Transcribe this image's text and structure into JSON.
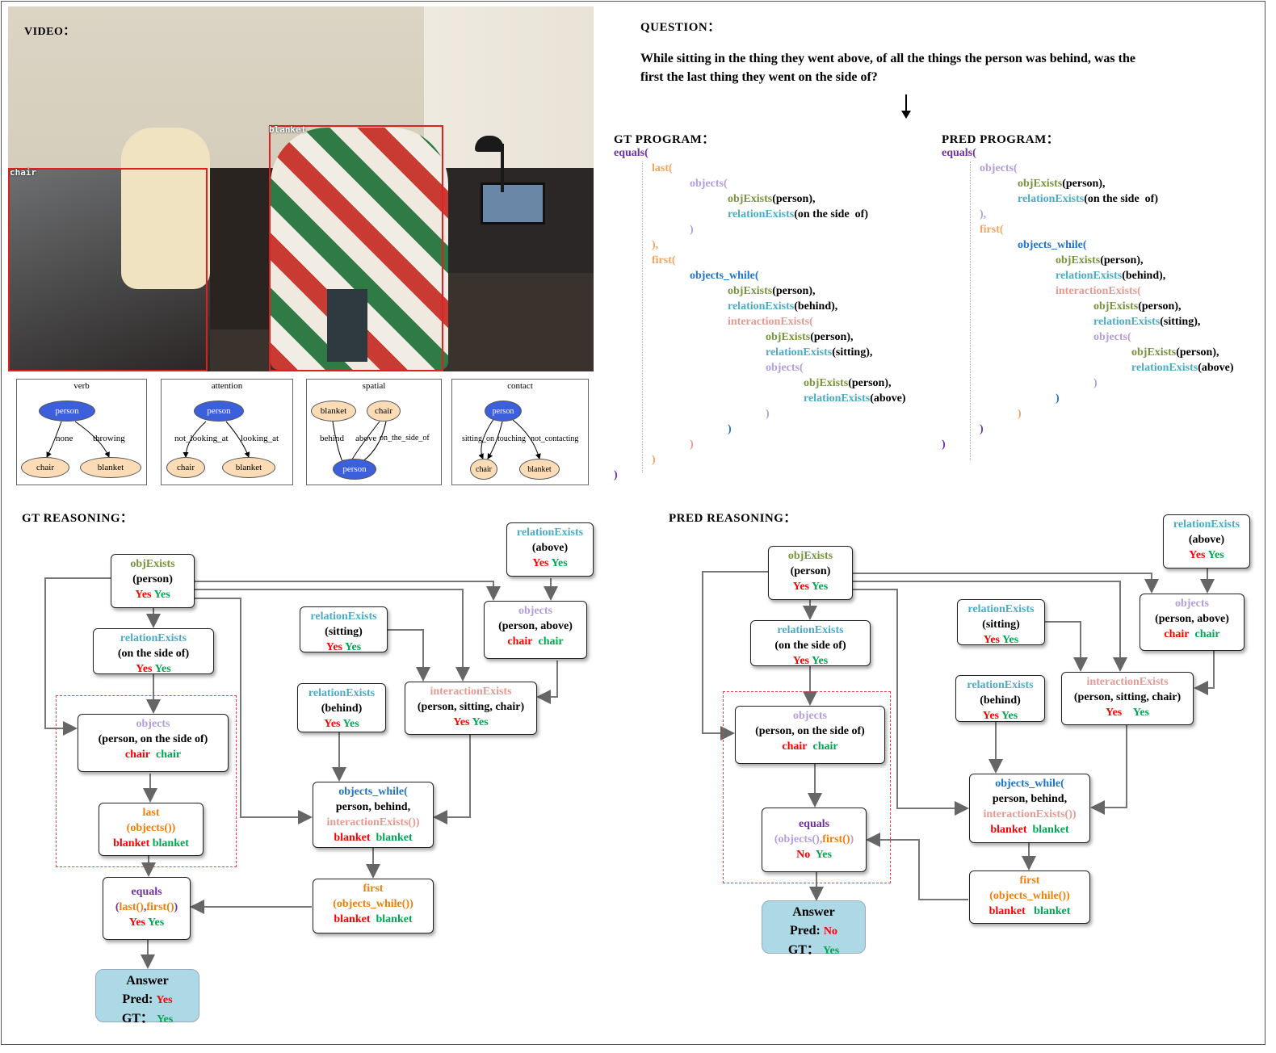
{
  "labels": {
    "video": "VIDEO：",
    "question": "QUESTION：",
    "gt_program": "GT PROGRAM：",
    "pred_program": "PRED PROGRAM：",
    "gt_reasoning": "GT  REASONING：",
    "pred_reasoning": "PRED  REASONING："
  },
  "question_text_1": "While sitting in the thing they went above, of all the things the person was behind, was the",
  "question_text_2": "first the last thing they went on the side  of?",
  "video": {
    "boxes": [
      "chair",
      "blanket"
    ]
  },
  "graphs": {
    "verb": {
      "title": "verb",
      "nodes": [
        "person",
        "chair",
        "blanket"
      ],
      "edges": [
        "none",
        "throwing"
      ]
    },
    "attention": {
      "title": "attention",
      "nodes": [
        "person",
        "chair",
        "blanket"
      ],
      "edges": [
        "not_looking_at",
        "looking_at"
      ]
    },
    "spatial": {
      "title": "spatial",
      "nodes": [
        "blanket",
        "chair",
        "person"
      ],
      "edges": [
        "behind",
        "above",
        "on_the_side_of"
      ]
    },
    "contact": {
      "title": "contact",
      "nodes": [
        "person",
        "chair",
        "blanket"
      ],
      "edges": [
        "sitting_on",
        "touching",
        "not_contacting"
      ]
    }
  },
  "gt_program": [
    {
      "t": "equals(",
      "c": "c-purple",
      "i": 0
    },
    {
      "t": "last(",
      "c": "c-orange",
      "i": 1
    },
    {
      "t": "objects(",
      "c": "c-lav",
      "i": 2
    },
    {
      "parts": [
        [
          "objExists",
          "c-olive"
        ],
        [
          "(person),",
          ""
        ]
      ],
      "i": 3
    },
    {
      "parts": [
        [
          "relationExists",
          "c-teal"
        ],
        [
          "(on the side  of)",
          ""
        ]
      ],
      "i": 3
    },
    {
      "t": ")",
      "c": "c-lav",
      "i": 2
    },
    {
      "t": "),",
      "c": "c-orange",
      "i": 1
    },
    {
      "t": "first(",
      "c": "c-orange",
      "i": 1
    },
    {
      "t": "objects_while(",
      "c": "c-blue",
      "i": 2
    },
    {
      "parts": [
        [
          "objExists",
          "c-olive"
        ],
        [
          "(person),",
          ""
        ]
      ],
      "i": 3
    },
    {
      "parts": [
        [
          "relationExists",
          "c-teal"
        ],
        [
          "(behind),",
          ""
        ]
      ],
      "i": 3
    },
    {
      "t": "interactionExists(",
      "c": "c-pink",
      "i": 3
    },
    {
      "parts": [
        [
          "objExists",
          "c-olive"
        ],
        [
          "(person),",
          ""
        ]
      ],
      "i": 4
    },
    {
      "parts": [
        [
          "relationExists",
          "c-teal"
        ],
        [
          "(sitting),",
          ""
        ]
      ],
      "i": 4
    },
    {
      "t": "objects(",
      "c": "c-lav",
      "i": 4
    },
    {
      "parts": [
        [
          "objExists",
          "c-olive"
        ],
        [
          "(person),",
          ""
        ]
      ],
      "i": 5
    },
    {
      "parts": [
        [
          "relationExists",
          "c-teal"
        ],
        [
          "(above)",
          ""
        ]
      ],
      "i": 5
    },
    {
      "t": ")",
      "c": "c-lav",
      "i": 4
    },
    {
      "t": ")",
      "c": "c-blue",
      "i": 3
    },
    {
      "t": ")",
      "c": "c-pink",
      "i": 2
    },
    {
      "t": ")",
      "c": "c-orange",
      "i": 1
    },
    {
      "t": ")",
      "c": "c-purple",
      "i": 0
    }
  ],
  "pred_program": [
    {
      "t": "equals(",
      "c": "c-purple",
      "i": 0
    },
    {
      "t": "objects(",
      "c": "c-lav",
      "i": 1
    },
    {
      "parts": [
        [
          "objExists",
          "c-olive"
        ],
        [
          "(person),",
          ""
        ]
      ],
      "i": 2
    },
    {
      "parts": [
        [
          "relationExists",
          "c-teal"
        ],
        [
          "(on the side  of)",
          ""
        ]
      ],
      "i": 2
    },
    {
      "t": "),",
      "c": "c-lav",
      "i": 1
    },
    {
      "t": "first(",
      "c": "c-orange",
      "i": 1
    },
    {
      "t": "objects_while(",
      "c": "c-blue",
      "i": 2
    },
    {
      "parts": [
        [
          "objExists",
          "c-olive"
        ],
        [
          "(person),",
          ""
        ]
      ],
      "i": 3
    },
    {
      "parts": [
        [
          "relationExists",
          "c-teal"
        ],
        [
          "(behind),",
          ""
        ]
      ],
      "i": 3
    },
    {
      "t": "interactionExists(",
      "c": "c-pink",
      "i": 3
    },
    {
      "parts": [
        [
          "objExists",
          "c-olive"
        ],
        [
          "(person),",
          ""
        ]
      ],
      "i": 4
    },
    {
      "parts": [
        [
          "relationExists",
          "c-teal"
        ],
        [
          "(sitting),",
          ""
        ]
      ],
      "i": 4
    },
    {
      "t": "objects(",
      "c": "c-lav",
      "i": 4
    },
    {
      "parts": [
        [
          "objExists",
          "c-olive"
        ],
        [
          "(person),",
          ""
        ]
      ],
      "i": 5
    },
    {
      "parts": [
        [
          "relationExists",
          "c-teal"
        ],
        [
          "(above)",
          ""
        ]
      ],
      "i": 5
    },
    {
      "t": ")",
      "c": "c-lav",
      "i": 4
    },
    {
      "t": ")",
      "c": "c-blue",
      "i": 3
    },
    {
      "t": ")",
      "c": "c-orange",
      "i": 2
    },
    {
      "t": ")",
      "c": "c-purple",
      "i": 1
    },
    {
      "t": ")",
      "c": "c-purple",
      "i": 0
    }
  ],
  "gt_nodes": {
    "objexists": {
      "title": "objExists",
      "arg": "(person)",
      "pred": "Yes",
      "gt": "Yes"
    },
    "rel_side": {
      "title": "relationExists",
      "arg": "(on the side  of)",
      "pred": "Yes",
      "gt": "Yes"
    },
    "rel_above": {
      "title": "relationExists",
      "arg": "(above)",
      "pred": "Yes",
      "gt": "Yes"
    },
    "objects_above": {
      "title": "objects",
      "arg": "(person, above)",
      "pred": "chair",
      "gt": "chair"
    },
    "rel_sitting": {
      "title": "relationExists",
      "arg": "(sitting)",
      "pred": "Yes",
      "gt": "Yes"
    },
    "rel_behind": {
      "title": "relationExists",
      "arg": "(behind)",
      "pred": "Yes",
      "gt": "Yes"
    },
    "interaction": {
      "title": "interactionExists",
      "arg": "(person, sitting, chair)",
      "pred": "Yes",
      "gt": "Yes"
    },
    "objects_side": {
      "title": "objects",
      "arg": "(person, on the side  of)",
      "pred": "chair",
      "gt": "chair"
    },
    "last": {
      "title": "last",
      "arg": "(objects())",
      "pred": "blanket",
      "gt": "blanket"
    },
    "objects_while": {
      "title": "objects_while(",
      "arg1": "person, behind,",
      "arg2": "interactionExists())",
      "pred": "blanket",
      "gt": "blanket"
    },
    "first": {
      "title": "first",
      "arg": "(objects_while())",
      "pred": "blanket",
      "gt": "blanket"
    },
    "equals": {
      "title": "equals",
      "arg1": "last()",
      "arg2": "first()",
      "pred": "Yes",
      "gt": "Yes"
    },
    "answer": {
      "title": "Answer",
      "pred_label": "Pred: ",
      "pred": "Yes",
      "gt_label": "GT： ",
      "gt": "Yes"
    }
  },
  "pred_nodes": {
    "objexists": {
      "title": "objExists",
      "arg": "(person)",
      "pred": "Yes",
      "gt": "Yes"
    },
    "rel_side": {
      "title": "relationExists",
      "arg": "(on the side  of)",
      "pred": "Yes",
      "gt": "Yes"
    },
    "rel_above": {
      "title": "relationExists",
      "arg": "(above)",
      "pred": "Yes",
      "gt": "Yes"
    },
    "objects_above": {
      "title": "objects",
      "arg": "(person, above)",
      "pred": "chair",
      "gt": "chair"
    },
    "rel_sitting": {
      "title": "relationExists",
      "arg": "(sitting)",
      "pred": "Yes",
      "gt": "Yes"
    },
    "rel_behind": {
      "title": "relationExists",
      "arg": "(behind)",
      "pred": "Yes",
      "gt": "Yes"
    },
    "interaction": {
      "title": "interactionExists",
      "arg": "(person, sitting, chair)",
      "pred": "Yes",
      "gt": "Yes"
    },
    "objects_side": {
      "title": "objects",
      "arg": "(person, on the side  of)",
      "pred": "chair",
      "gt": "chair"
    },
    "objects_while": {
      "title": "objects_while(",
      "arg1": "person, behind,",
      "arg2": "interactionExists())",
      "pred": "blanket",
      "gt": "blanket"
    },
    "first": {
      "title": "first",
      "arg": "(objects_while())",
      "pred": "blanket",
      "gt": "blanket"
    },
    "equals": {
      "title": "equals",
      "arg1": "objects()",
      "arg2": "first()",
      "pred": "No",
      "gt": "Yes"
    },
    "answer": {
      "title": "Answer",
      "pred_label": "Pred: ",
      "pred": "No",
      "gt_label": "GT： ",
      "gt": "Yes"
    }
  }
}
